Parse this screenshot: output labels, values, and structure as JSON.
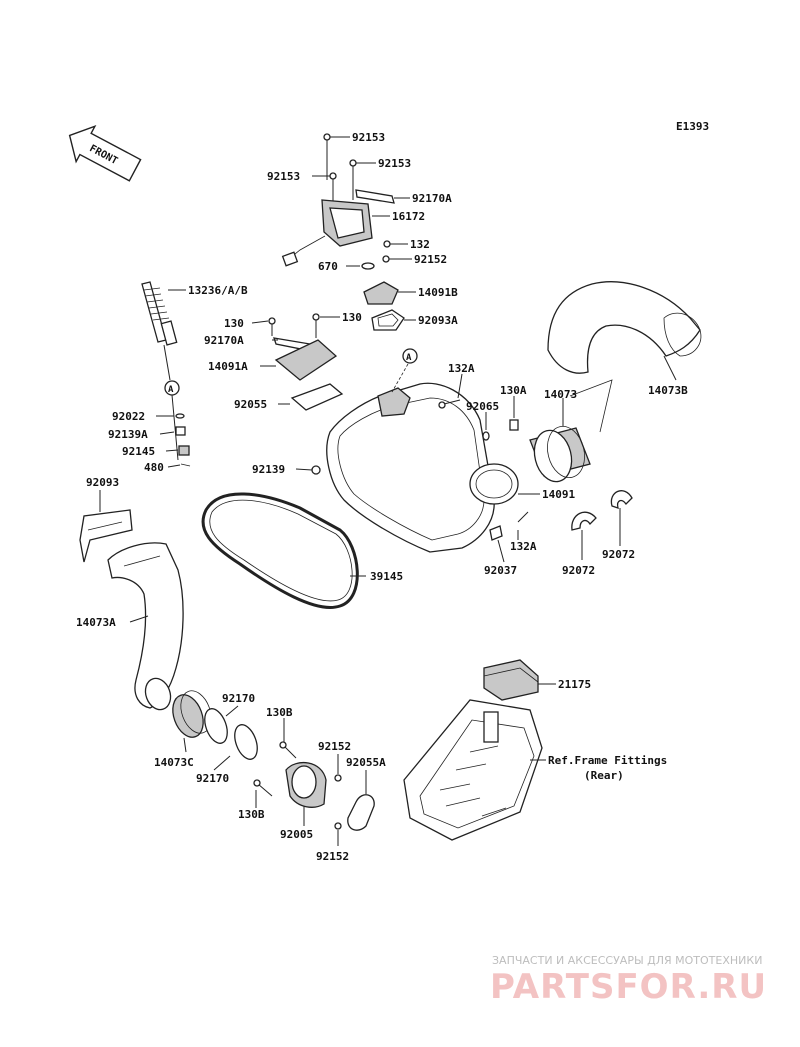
{
  "diagram_code": "E1393",
  "front_label": "FRONT",
  "callout": "A",
  "labels": {
    "l92153a": "92153",
    "l92153b": "92153",
    "l92153c": "92153",
    "l92170a_top": "92170A",
    "l16172": "16172",
    "l132": "132",
    "l670": "670",
    "l92152_top": "92152",
    "l14091b": "14091B",
    "l13236": "13236/A/B",
    "l130a": "130",
    "l130b": "130",
    "l92093a": "92093A",
    "l92170a_mid": "92170A",
    "l14091a": "14091A",
    "l132a_top": "132A",
    "l130a_right": "130A",
    "l14073": "14073",
    "l14073b": "14073B",
    "l92065": "92065",
    "l92055": "92055",
    "l92022": "92022",
    "l92139a": "92139A",
    "l92145": "92145",
    "l480": "480",
    "l92139": "92139",
    "l14091": "14091",
    "l92093": "92093",
    "l132a_bot": "132A",
    "l92037": "92037",
    "l92072a": "92072",
    "l92072b": "92072",
    "l39145": "39145",
    "l14073a": "14073A",
    "l21175": "21175",
    "l92170_top": "92170",
    "l130b_top": "130B",
    "l14073c": "14073C",
    "l92170_bot": "92170",
    "l92152_mid": "92152",
    "l92055a": "92055A",
    "l130b_bot": "130B",
    "l92005": "92005",
    "l92152_bot": "92152",
    "ref_line1": "Ref.Frame Fittings",
    "ref_line2": "(Rear)"
  },
  "watermark": {
    "top_text": "ЗАПЧАСТИ И АКСЕССУАРЫ ДЛЯ МОТОТЕХНИКИ",
    "brand": "PARTSFOR.RU"
  }
}
